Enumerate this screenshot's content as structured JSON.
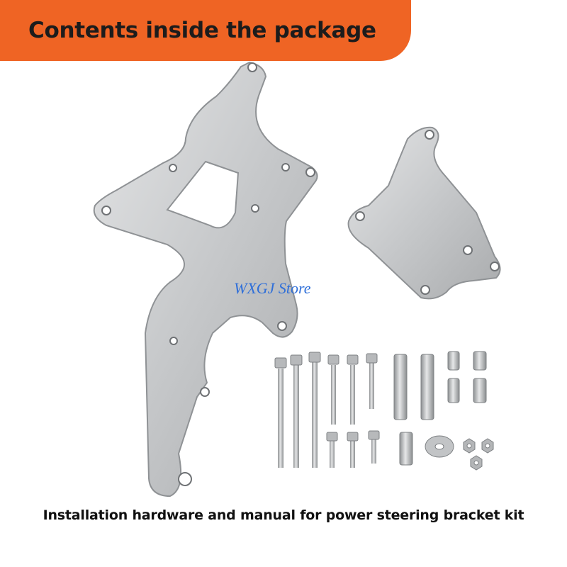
{
  "banner": {
    "title": "Contents inside the package",
    "color": "#ef6424"
  },
  "watermark": {
    "text": "WXGJ Store",
    "color": "#2f6fd9"
  },
  "caption": {
    "text": "Installation hardware and manual for power steering bracket kit"
  },
  "photo": {
    "metal_color": "#c9cbcd"
  }
}
